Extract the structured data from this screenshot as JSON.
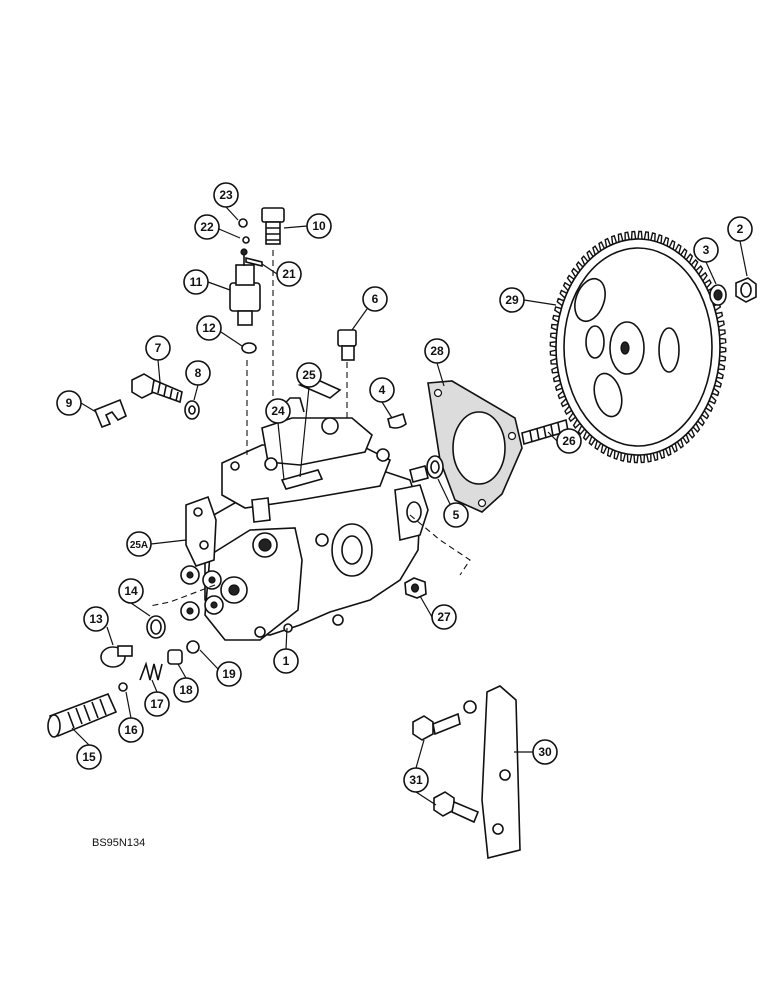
{
  "diagram": {
    "drawing_code": "BS95N134",
    "callouts": [
      {
        "id": "c1",
        "label": "1"
      },
      {
        "id": "c2",
        "label": "2"
      },
      {
        "id": "c3",
        "label": "3"
      },
      {
        "id": "c4",
        "label": "4"
      },
      {
        "id": "c5",
        "label": "5"
      },
      {
        "id": "c6",
        "label": "6"
      },
      {
        "id": "c7",
        "label": "7"
      },
      {
        "id": "c8",
        "label": "8"
      },
      {
        "id": "c9",
        "label": "9"
      },
      {
        "id": "c10",
        "label": "10"
      },
      {
        "id": "c11",
        "label": "11"
      },
      {
        "id": "c12",
        "label": "12"
      },
      {
        "id": "c13",
        "label": "13"
      },
      {
        "id": "c14",
        "label": "14"
      },
      {
        "id": "c15",
        "label": "15"
      },
      {
        "id": "c16",
        "label": "16"
      },
      {
        "id": "c17",
        "label": "17"
      },
      {
        "id": "c18",
        "label": "18"
      },
      {
        "id": "c19",
        "label": "19"
      },
      {
        "id": "c21",
        "label": "21"
      },
      {
        "id": "c22",
        "label": "22"
      },
      {
        "id": "c23",
        "label": "23"
      },
      {
        "id": "c24",
        "label": "24"
      },
      {
        "id": "c25",
        "label": "25"
      },
      {
        "id": "c25a",
        "label": "25A"
      },
      {
        "id": "c26",
        "label": "26"
      },
      {
        "id": "c27",
        "label": "27"
      },
      {
        "id": "c28",
        "label": "28"
      },
      {
        "id": "c29",
        "label": "29"
      },
      {
        "id": "c30",
        "label": "30"
      },
      {
        "id": "c31",
        "label": "31"
      }
    ]
  }
}
